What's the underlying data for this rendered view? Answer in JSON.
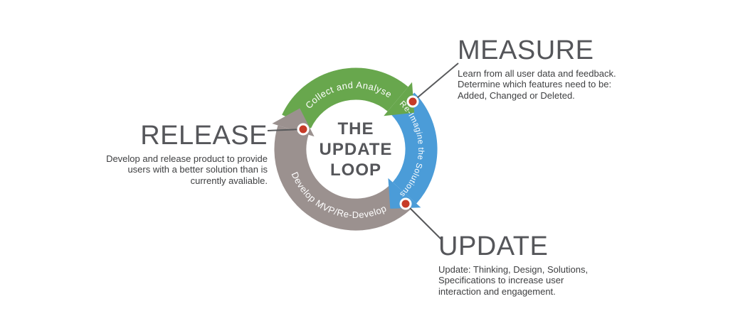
{
  "diagram": {
    "center_title_lines": [
      "THE",
      "UPDATE",
      "LOOP"
    ],
    "segments": [
      {
        "name": "collect-analyse",
        "label": "Collect and Analyse",
        "color": "#68A74D"
      },
      {
        "name": "reimagine-solutions",
        "label": "Re-Imagine the Solutions",
        "color": "#4B9CD8"
      },
      {
        "name": "develop-mvp",
        "label": "Develop MVP/Re-Develop",
        "color": "#9B918F"
      }
    ],
    "marker_color": "#C63B28"
  },
  "callouts": {
    "measure": {
      "heading": "MEASURE",
      "lines": [
        "Learn from all user data and feedback.",
        "Determine which features need to be:",
        "Added, Changed or Deleted."
      ]
    },
    "release": {
      "heading": "RELEASE",
      "lines": [
        "Develop and release product to provide",
        "users with a better solution than is",
        "currently avaliable."
      ]
    },
    "update": {
      "heading": "UPDATE",
      "lines": [
        "Update: Thinking, Design, Solutions,",
        "Specifications to increase user",
        "interaction and engagement."
      ]
    }
  },
  "colors": {
    "heading": "#55565A",
    "body": "#3F4042",
    "connector": "#58595B",
    "background": "#FFFFFF"
  }
}
